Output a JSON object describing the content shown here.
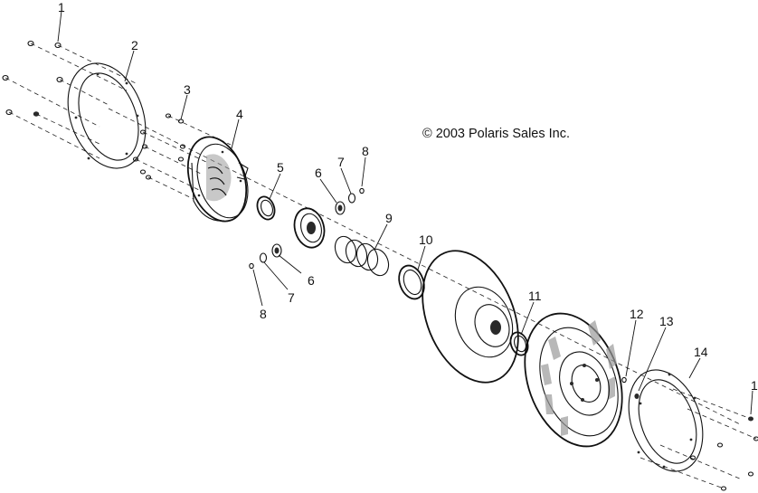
{
  "copyright": "© 2003 Polaris Sales Inc.",
  "callouts": {
    "c1_top": "1",
    "c2": "2",
    "c3": "3",
    "c4": "4",
    "c5": "5",
    "c6_upper": "6",
    "c7_upper": "7",
    "c8_upper": "8",
    "c6_lower": "6",
    "c7_lower": "7",
    "c8_lower": "8",
    "c9": "9",
    "c10": "10",
    "c11": "11",
    "c12": "12",
    "c13": "13",
    "c14": "14",
    "c1_right": "1"
  }
}
